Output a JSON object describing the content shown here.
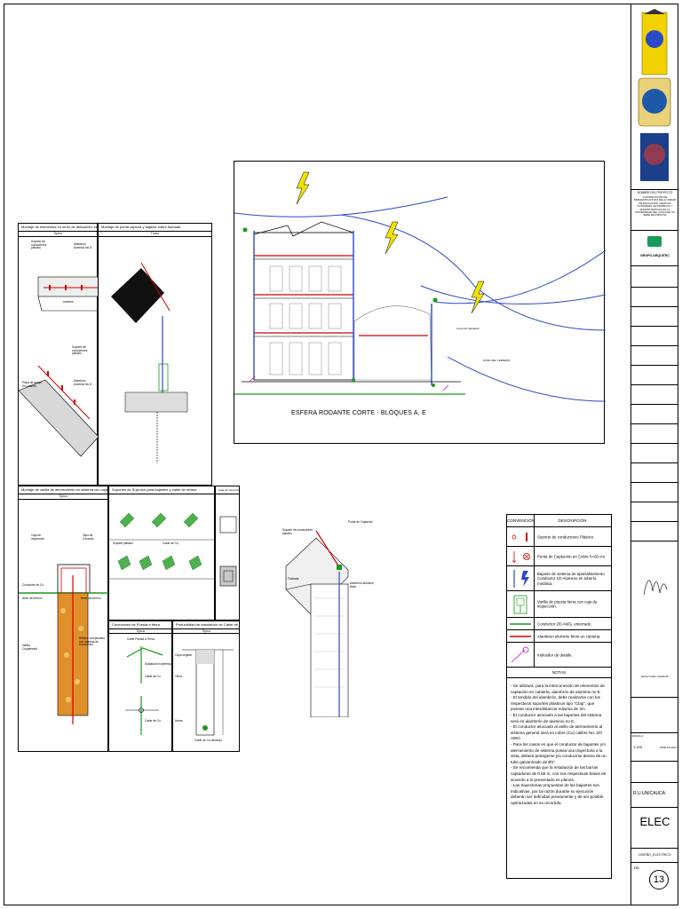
{
  "drawing": {
    "section_title": "ESFERA RODANTE CORTE - BLOQUES A, E",
    "section_labels": [
      "Línea de Captación",
      "NIVEL DEL TERRENO"
    ],
    "panels": {
      "p1_title": "Montaje de elementos en muro de antepecho en cubierta",
      "p2_title": "Montaje de punta captora y bajante sobre fachada",
      "p3_title": "Montaje de varilla de aterramiento en sistema con caja de inspección",
      "p4_title": "Soportes de Sujeción para bajantes y cable de enlace",
      "p5_title": "Caja de Inspección",
      "p6_title": "Conexiones de Puesta a tierra",
      "p7_title": "Profundidad de instalación de Cable de Cu",
      "typical_label": "Típico",
      "p1_labels": [
        "Soporte de conductores plástico",
        "Alambrón Aluminio No 8",
        "cubierta",
        "Soporte de conductores plástico",
        "Alambrón Aluminio No 8",
        "Placa de apoyo en cubierta"
      ],
      "p3_labels": [
        "Caja de inspección",
        "Tapa de Concreto",
        "Conductor de Cu",
        "Varilla Copperweld",
        "Relleno compactado con material de excavación",
        "Nivel de terreno",
        "Nivel de terreno"
      ],
      "p7_labels": [
        "Capa vegetal",
        "Tierra",
        "Arena",
        "Cable de Cu desnudo"
      ],
      "p6_labels": [
        "Cable Puesta a Tierra",
        "Soldadura exotérmica",
        "Cable de Cu",
        "Cable de Cu"
      ],
      "p4_labels": [
        "Soporte plástico",
        "Cable de Cu"
      ],
      "detail_labels": [
        "Punta de Captación",
        "Soporte de conductores plástico",
        "Alambrón Aluminio 8mm",
        "Fachada"
      ]
    }
  },
  "legend": {
    "col_conv": "CONVENCIÓN",
    "col_desc": "DESCRIPCIÓN",
    "items": [
      "Soporte de conductores Plástico",
      "Punta de Captación en Cobre h=60 cm.",
      "Bajante de sistema de apantallamiento Conductor 1/0 Aluminio en tubería metálica.",
      "Varilla de puesta tierra con caja de inspección.",
      "Conductor 2/0 AWG, enterrado.",
      "Alambron aluminio 8mm en cubierta.",
      "Indicador de detalle."
    ],
    "notes_title": "NOTAS",
    "notes": [
      "- Se utilizará, para la interconexión de elementos de captación en cubierta, alambrón de aluminio no 8.",
      "- El tendido del alambrón, debe realizarse con los respectivos soportes plásticos tipo \"Clap\", que posean una interdistancia máxima de 2m.",
      "- El conductor asociado a las bajantes del sistema será en alambrón de aluminio no 8.",
      "- El conductor asociado al anillo de aterramiento al sistema general será en cobre (Cu) calibre No. 2/0 AWG.",
      "- Para los casos en que el conductor de bajantes y/o aterramiento de sistema posea una trayectoria a la vista, deberá protegerse y/o conducirse dentro de un tubo galvanizado de Ø1\".",
      "- Se recomienda que la instalación de las barras captadoras de 0.60 m, con sus respectivas bases de acuerdo a lo presentado en planos.",
      "- Las trayectorias propuestas de las bajantes son indicativas, por tal razón durante su ejecución deberán ser definidas previamente y de ser posible optimizadas en su recorrido."
    ]
  },
  "title_block": {
    "project_label": "NOMBRE DEL PROYECTO",
    "project_name": "CONSTRUCCIÓN DE INFRAESTRUCTURA DE LA UNIDAD DE EDUCACIÓN, CIENCIAS CONTABLES, ECONÓMICAS Y ADMINISTRATIVAS DE LA UNIVERSIDAD DEL CAUCA EN SU SEDE DE POPAYÁN",
    "firm": "GRUPO ARQUITEC",
    "scale_label": "ESCALA",
    "scale": "1:100",
    "date": "MAR-15-2021",
    "client": "R.U.UNICAUCA",
    "discipline": "ELEC",
    "drawing_type": "DISEÑO_ELECTRICO",
    "sheet_prefix": "DE:",
    "sheet_number": "13",
    "signature_name": "Héctor Fabio Castillo B."
  }
}
